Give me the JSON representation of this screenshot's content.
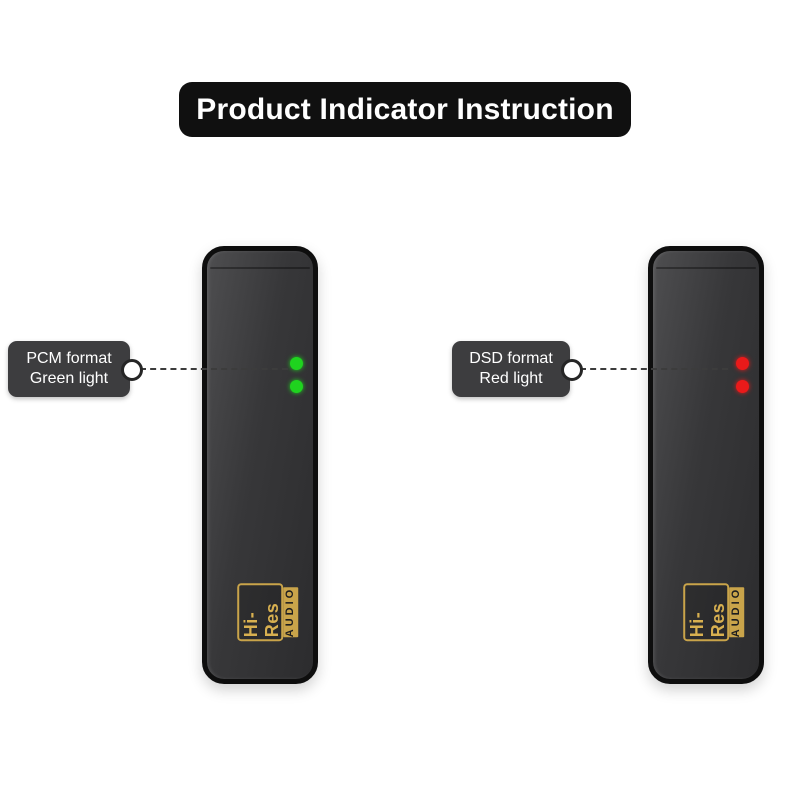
{
  "title": "Product Indicator Instruction",
  "badge": {
    "top": "Hi-Res",
    "bottom": "AUDIO"
  },
  "colors": {
    "banner_bg": "#101010",
    "device_body": "#353537",
    "callout_bg": "#3d3d3f",
    "badge_gold": "#c9a44a",
    "green_led": "#1fd31f",
    "red_led": "#ea1a1a"
  },
  "devices": [
    {
      "callout_line1": "PCM format",
      "callout_line2": "Green light",
      "led_color": "#1fd31f"
    },
    {
      "callout_line1": "DSD format",
      "callout_line2": "Red light",
      "led_color": "#ea1a1a"
    }
  ]
}
